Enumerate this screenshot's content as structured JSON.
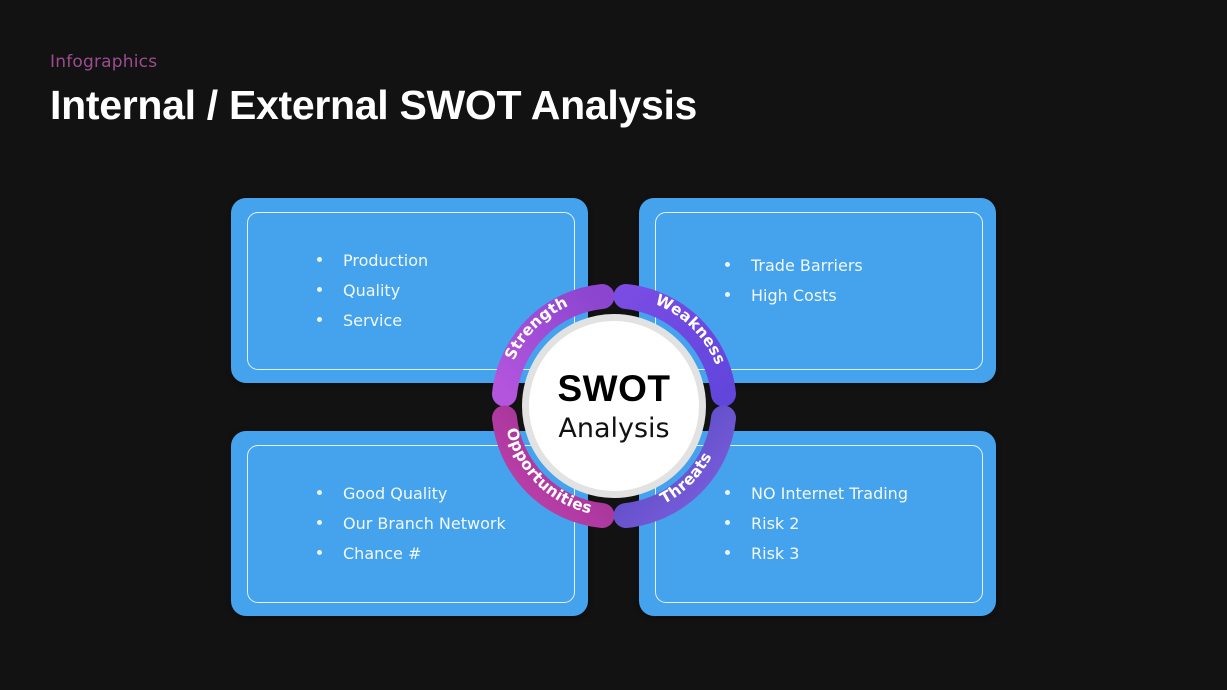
{
  "header": {
    "eyebrow": "Infographics",
    "title": "Internal / External SWOT Analysis"
  },
  "colors": {
    "background": "#121212",
    "panel_blue": "#44A3EC",
    "eyebrow_purple": "#9B4D8F",
    "strength_arc": "#A34BD8",
    "weakness_arc": "#6A4BE0",
    "opportunities_arc": "#A82C93",
    "threats_arc": "#5B4BC4",
    "center_disc": "#FFFFFF",
    "center_ring": "#E2E2E2",
    "text_white": "#FFFFFF"
  },
  "center": {
    "primary": "SWOT",
    "secondary": "Analysis"
  },
  "quadrants": [
    {
      "key": "strength",
      "arc_label": "Strength",
      "position": "top-left",
      "items": [
        "Production",
        "Quality",
        "Service"
      ]
    },
    {
      "key": "weakness",
      "arc_label": "Weakness",
      "position": "top-right",
      "items": [
        "Trade Barriers",
        "High Costs"
      ]
    },
    {
      "key": "opportunities",
      "arc_label": "Opportunities",
      "position": "bottom-left",
      "items": [
        "Good Quality",
        "Our Branch Network",
        "Chance #"
      ]
    },
    {
      "key": "threats",
      "arc_label": "Threats",
      "position": "bottom-right",
      "items": [
        "NO Internet Trading",
        "Risk 2",
        "Risk 3"
      ]
    }
  ]
}
